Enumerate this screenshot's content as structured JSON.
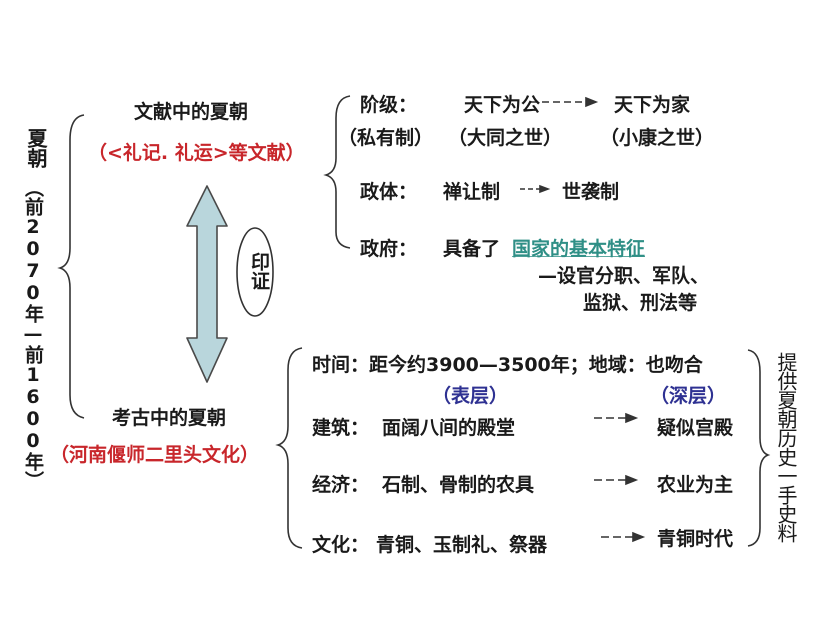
{
  "root": {
    "title": "夏朝",
    "period": "（前2070年—前1600年）"
  },
  "literature": {
    "heading": "文献中的夏朝",
    "source": "（<礼记. 礼运>等文献）",
    "items": {
      "class": {
        "label": "阶级：",
        "from": "天下为公",
        "to": "天下为家",
        "note_label": "（私有制）",
        "from_note": "（大同之世）",
        "to_note": "（小康之世）"
      },
      "polity": {
        "label": "政体：",
        "from": "禅让制",
        "to": "世袭制"
      },
      "government": {
        "label": "政府：",
        "prefix": "具备了",
        "highlight": "国家的基本特征",
        "detail_line1": "—设官分职、军队、",
        "detail_line2": "监狱、刑法等"
      }
    }
  },
  "verification": {
    "label": "印证"
  },
  "archaeology": {
    "heading": "考古中的夏朝",
    "source": "（河南偃师二里头文化）",
    "time_row": "时间：距今约3900—3500年；地域：也吻合",
    "surface_label": "（表层）",
    "deep_label": "（深层）",
    "rows": [
      {
        "label": "建筑：",
        "surface": "面阔八间的殿堂",
        "deep": "疑似宫殿"
      },
      {
        "label": "经济：",
        "surface": "石制、骨制的农具",
        "deep": "农业为主"
      },
      {
        "label": "文化：",
        "surface": "青铜、玉制礼、祭器",
        "deep": "青铜时代"
      }
    ],
    "conclusion": "提供夏朝历史一手史料"
  },
  "colors": {
    "text": "#1a1a1a",
    "source_red": "#c8262b",
    "layer_blue": "#2e3192",
    "highlight_teal": "#2f8f86",
    "arrow_fill": "#b9d6dc",
    "arrow_stroke": "#4a4a4a"
  }
}
